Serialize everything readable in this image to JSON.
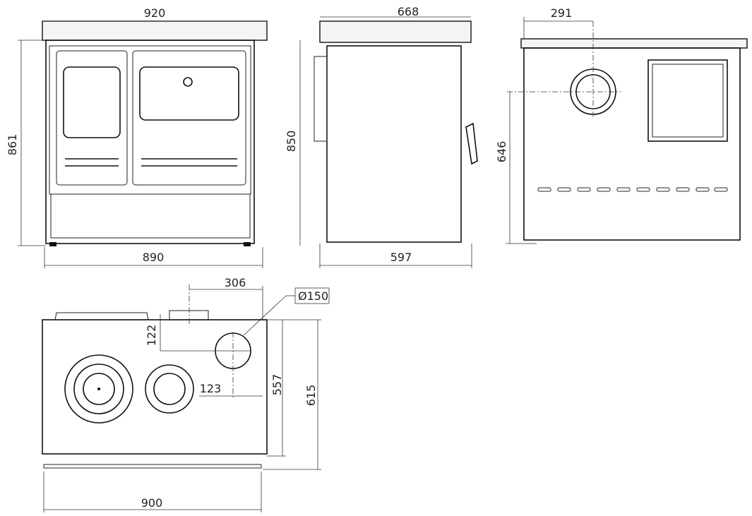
{
  "front_view": {
    "width_top": "920",
    "height": "861",
    "width_bottom": "890"
  },
  "side_view": {
    "depth_top": "668",
    "height": "850",
    "depth_bottom": "597"
  },
  "rear_view": {
    "flue_offset": "291",
    "flue_height": "646"
  },
  "top_view": {
    "flue_offset_x": "306",
    "flue_diameter": "150",
    "flue_offset_y": "122",
    "flue_offset_side": "123",
    "body_depth": "557",
    "total_depth": "615",
    "width": "900"
  }
}
